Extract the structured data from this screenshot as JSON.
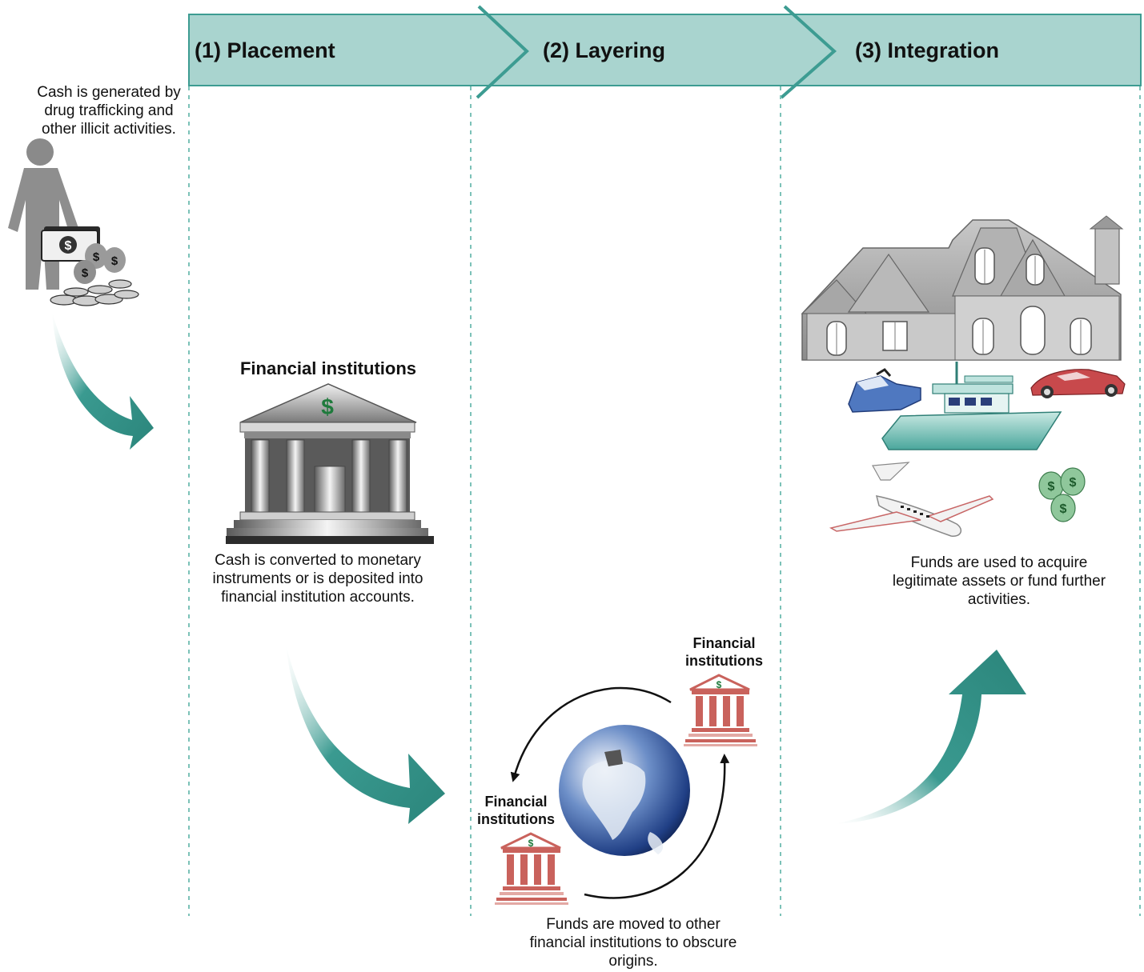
{
  "header": {
    "stages": [
      {
        "label": "(1) Placement"
      },
      {
        "label": "(2) Layering"
      },
      {
        "label": "(3) Integration"
      }
    ],
    "band_color": "#a9d4cf",
    "band_border": "#3d9c92"
  },
  "source": {
    "text": "Cash is generated by drug trafficking and other illicit activities."
  },
  "placement": {
    "title": "Financial institutions",
    "text": "Cash is converted to monetary instruments or is deposited into financial institution accounts."
  },
  "layering": {
    "institution_a": "Financial institutions",
    "institution_b": "Financial institutions",
    "text": "Funds are moved to other financial institutions to obscure origins."
  },
  "integration": {
    "text": "Funds are used to acquire legitimate assets or fund further activities."
  },
  "colors": {
    "arrow": "#3a9a90",
    "divider": "#7cc2b8",
    "bank_red": "#c9625c"
  }
}
